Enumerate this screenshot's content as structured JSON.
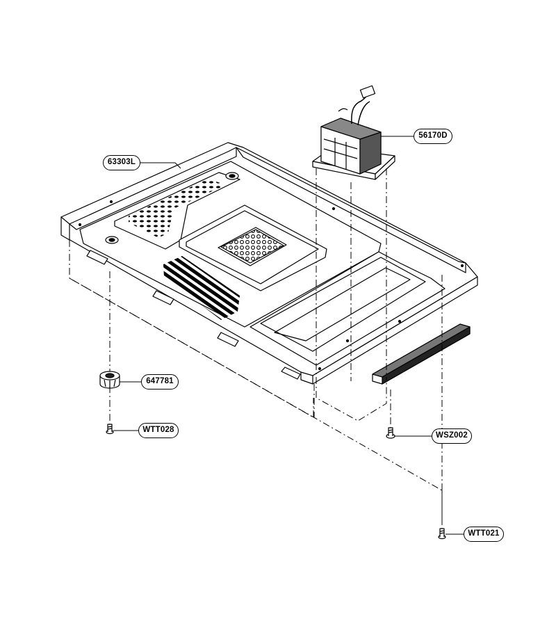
{
  "colors": {
    "line": "#000000",
    "fill": "#ffffff",
    "shade": "#555555"
  },
  "part_labels": {
    "base_plate": "63303L",
    "transformer": "56170D",
    "foot": "647781",
    "foot_screw": "WTT028",
    "transformer_screw": "WSZ002",
    "rear_screw": "WTT021"
  }
}
